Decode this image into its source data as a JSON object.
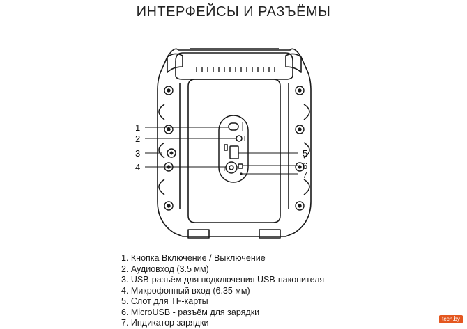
{
  "page": {
    "title": "ИНТЕРФЕЙСЫ И РАЗЪЁМЫ"
  },
  "diagram": {
    "callouts": [
      "1",
      "2",
      "3",
      "4",
      "5",
      "6",
      "7"
    ]
  },
  "legend": {
    "items": [
      "1. Кнопка Включение / Выключение",
      "2. Аудиовход (3.5 мм)",
      "3. USB-разъём для подключения USB-накопителя",
      "4. Микрофонный вход (6.35 мм)",
      "5. Слот для TF-карты",
      "6. MicroUSB - разъём для зарядки",
      "7. Индикатор зарядки"
    ]
  },
  "watermark": {
    "text": "tech.by"
  }
}
